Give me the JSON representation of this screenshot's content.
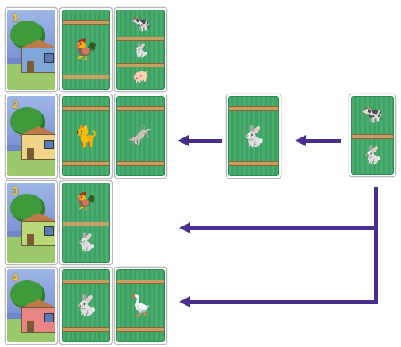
{
  "rows": [
    {
      "farm": {
        "number": "1",
        "house_color": "#7fa8d8"
      },
      "cards": [
        {
          "animals": [
            "rooster"
          ]
        },
        {
          "animals": [
            "cow",
            "rabbit",
            "pig"
          ]
        }
      ]
    },
    {
      "farm": {
        "number": "2",
        "house_color": "#f2d38a"
      },
      "cards": [
        {
          "animals": [
            "cat"
          ]
        },
        {
          "animals": [
            "donkey"
          ]
        }
      ]
    },
    {
      "farm": {
        "number": "3",
        "house_color": "#b9d87a"
      },
      "cards": [
        {
          "animals": [
            "rooster",
            "rabbit"
          ]
        }
      ]
    },
    {
      "farm": {
        "number": "4",
        "house_color": "#e98585"
      },
      "cards": [
        {
          "animals": [
            "rabbit"
          ]
        },
        {
          "animals": [
            "goose"
          ]
        }
      ]
    }
  ],
  "moves": {
    "middle_card": {
      "animals": [
        "rabbit"
      ]
    },
    "source_card": {
      "animals": [
        "cow",
        "rabbit"
      ]
    }
  },
  "icons": {
    "rooster": "🐓",
    "cow": "🐄",
    "rabbit": "🐇",
    "pig": "🐖",
    "cat": "🐈",
    "donkey": "🫏",
    "goose": "🪿"
  },
  "colors": {
    "arrow": "#4a2e8f",
    "card_green": "#3fa866",
    "fence": "#c9a064"
  }
}
